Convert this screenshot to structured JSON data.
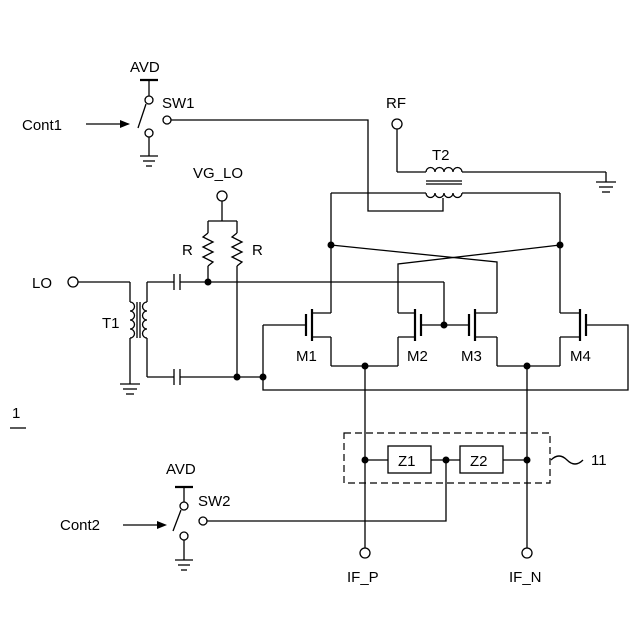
{
  "labels": {
    "avd_top": "AVD",
    "sw1": "SW1",
    "cont1": "Cont1",
    "rf": "RF",
    "t2": "T2",
    "vg_lo": "VG_LO",
    "r_left": "R",
    "r_right": "R",
    "lo": "LO",
    "t1": "T1",
    "m1": "M1",
    "m2": "M2",
    "m3": "M3",
    "m4": "M4",
    "figure_ref": "1",
    "z1": "Z1",
    "z2": "Z2",
    "block_ref": "11",
    "avd_bottom": "AVD",
    "sw2": "SW2",
    "cont2": "Cont2",
    "if_p": "IF_P",
    "if_n": "IF_N"
  }
}
